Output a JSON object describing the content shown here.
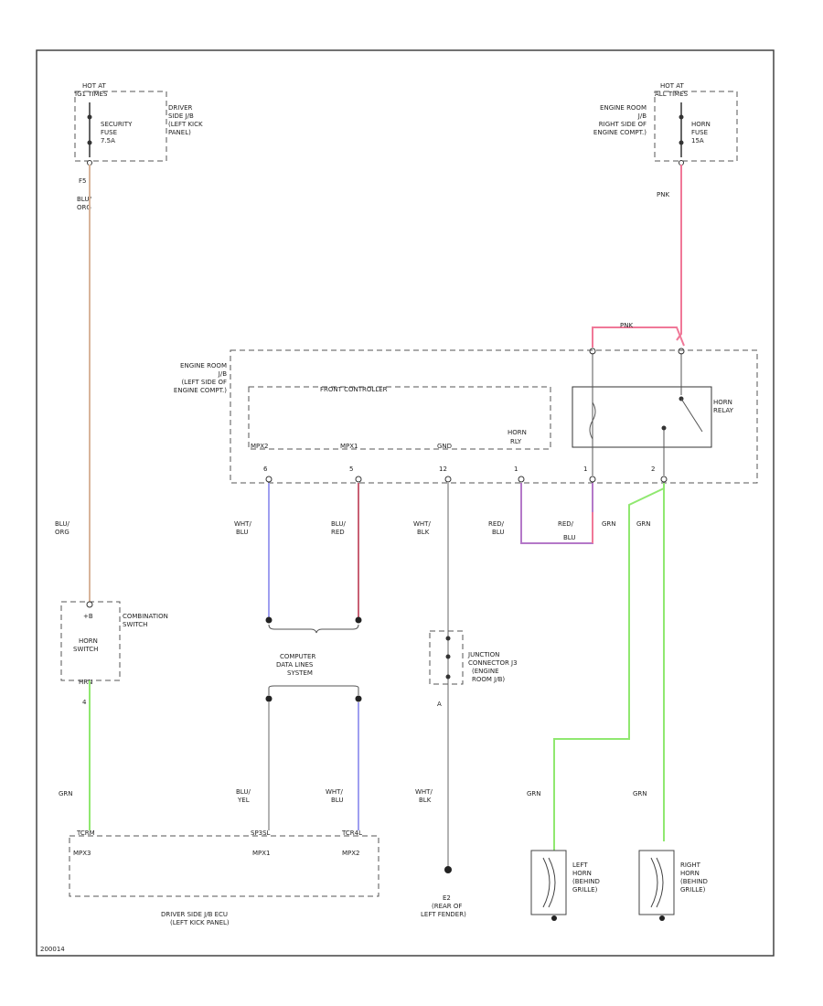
{
  "colors": {
    "pink": "#f07898",
    "tan": "#d8b49a",
    "green": "#90e870",
    "blue": "#9f9ff0",
    "red": "#c86074",
    "purple": "#b478c8",
    "gray": "#9a9a9a",
    "ink": "#222222"
  },
  "labels": {
    "hot_ig_1": "HOT AT",
    "hot_ig_2": "IG1 TIMES",
    "security_fuse_1": "SECURITY",
    "security_fuse_2": "FUSE",
    "security_fuse_3": "7.5A",
    "driver_jb_1": "DRIVER",
    "driver_jb_2": "SIDE J/B",
    "driver_jb_3": "(LEFT KICK",
    "driver_jb_4": "PANEL)",
    "pin_f5": "F5",
    "blu_org_top_1": "BLU/",
    "blu_org_top_2": "ORG",
    "hot_all_1": "HOT AT",
    "hot_all_2": "ALL TIMES",
    "engine_room_r_1": "ENGINE ROOM",
    "engine_room_r_2": "J/B",
    "engine_room_r_3": "RIGHT SIDE OF",
    "engine_room_r_4": "ENGINE COMPT.)",
    "horn_fuse_1": "HORN",
    "horn_fuse_2": "FUSE",
    "horn_fuse_3": "15A",
    "pnk_1": "PNK",
    "pnk_2": "PNK",
    "engine_room_l_1": "ENGINE ROOM",
    "engine_room_l_2": "J/B",
    "engine_room_l_3": "(LEFT SIDE OF",
    "engine_room_l_4": "ENGINE COMPT.)",
    "front_controller": "FRONT CONTROLLER",
    "horn_relay_1": "HORN",
    "horn_relay_2": "RELAY",
    "pin_mpx2": "MPX2",
    "pin_mpx1": "MPX1",
    "pin_gnd": "GND",
    "pin_horn_1": "HORN",
    "pin_horn_2": "RLY",
    "num_1": "6",
    "num_2": "5",
    "num_3": "12",
    "num_4": "1",
    "num_5": "1",
    "num_6": "2",
    "wht_blu_1": "WHT/",
    "wht_blu_2": "BLU",
    "blu_red_1": "BLU/",
    "blu_red_2": "RED",
    "wht_blk_1": "WHT/",
    "wht_blk_2": "BLK",
    "red_blu_1": "RED/",
    "red_blu_2": "BLU",
    "red_blu_b_1": "RED/",
    "red_blu_b_2": "BLU",
    "grn_a": "GRN",
    "grn_b": "GRN",
    "blu_org_mid_1": "BLU/",
    "blu_org_mid_2": "ORG",
    "horn_switch_top": "+B",
    "horn_switch_1": "HORN",
    "horn_switch_2": "SWITCH",
    "horn_switch_pin": "HRN",
    "combination_1": "COMBINATION",
    "combination_2": "SWITCH",
    "pin_4": "4",
    "grn_left": "GRN",
    "computer_1": "COMPUTER",
    "computer_2": "DATA LINES",
    "computer_3": "SYSTEM",
    "blu_yel_1": "BLU/",
    "blu_yel_2": "YEL",
    "wht_blu_b_1": "WHT/",
    "wht_blu_b_2": "BLU",
    "junction_1": "JUNCTION",
    "junction_2": "CONNECTOR J3",
    "junction_3": "(ENGINE",
    "junction_4": "ROOM J/B)",
    "pin_a": "A",
    "wht_blk_b_1": "WHT/",
    "wht_blk_b_2": "BLK",
    "grn_c": "GRN",
    "grn_d": "GRN",
    "pin_tcrm": "TCRM",
    "pin_sp3": "SP3SL",
    "pin_tc": "TCR4L",
    "pin_mpx3": "MPX3",
    "pin_mpx1b": "MPX1",
    "pin_mpx2b": "MPX2",
    "ecu_1": "DRIVER SIDE J/B ECU",
    "ecu_2": "(LEFT KICK PANEL)",
    "ground_1": "E2",
    "ground_2": "(REAR OF",
    "ground_3": "LEFT FENDER)",
    "left_horn_1": "LEFT",
    "left_horn_2": "HORN",
    "left_horn_3": "(BEHIND",
    "left_horn_4": "GRILLE)",
    "right_horn_1": "RIGHT",
    "right_horn_2": "HORN",
    "right_horn_3": "(BEHIND",
    "right_horn_4": "GRILLE)",
    "figure_id": "200014"
  }
}
